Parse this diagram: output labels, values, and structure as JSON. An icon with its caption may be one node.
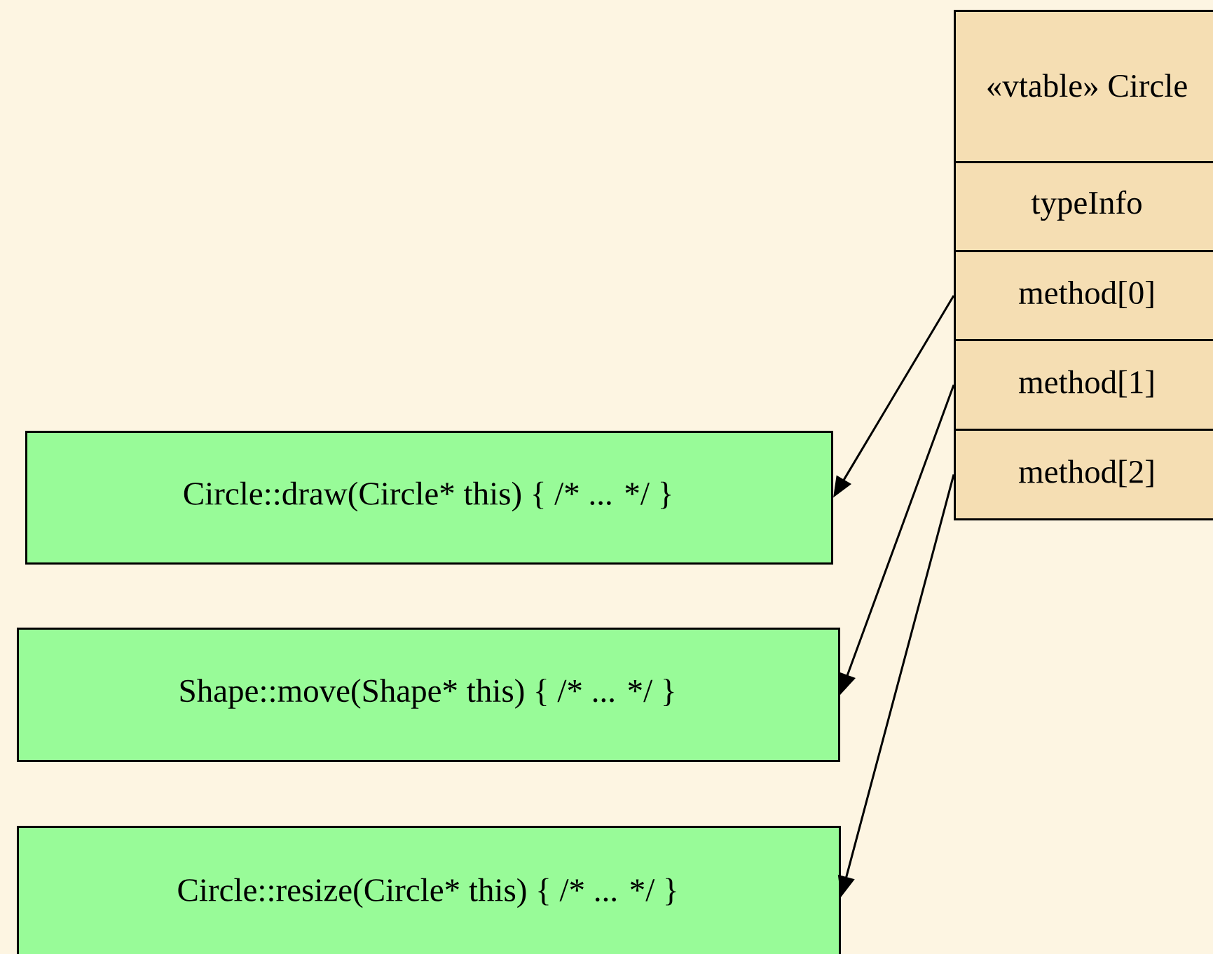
{
  "diagram": {
    "nodes": [
      {
        "text": [
          "«vtable» Circle"
        ]
      },
      {
        "text": [
          "typeInfo"
        ]
      },
      {
        "text": [
          "method[0]"
        ]
      },
      {
        "text": [
          "method[1]"
        ]
      },
      {
        "text": [
          "method[2]"
        ]
      },
      {
        "text": [
          "Circle::draw(Circle* this) { /* ... */ }"
        ]
      },
      {
        "text": [
          "Shape::move(Shape* this) { /* ... */ }"
        ]
      },
      {
        "text": [
          "Circle::resize(Circle* this) { /* ... */ }"
        ]
      }
    ],
    "edges": [
      {
        "from": 2,
        "to": 5,
        "arrow": "to"
      },
      {
        "from": 3,
        "to": 6,
        "arrow": "to"
      },
      {
        "from": 4,
        "to": 7,
        "arrow": "to"
      }
    ]
  }
}
